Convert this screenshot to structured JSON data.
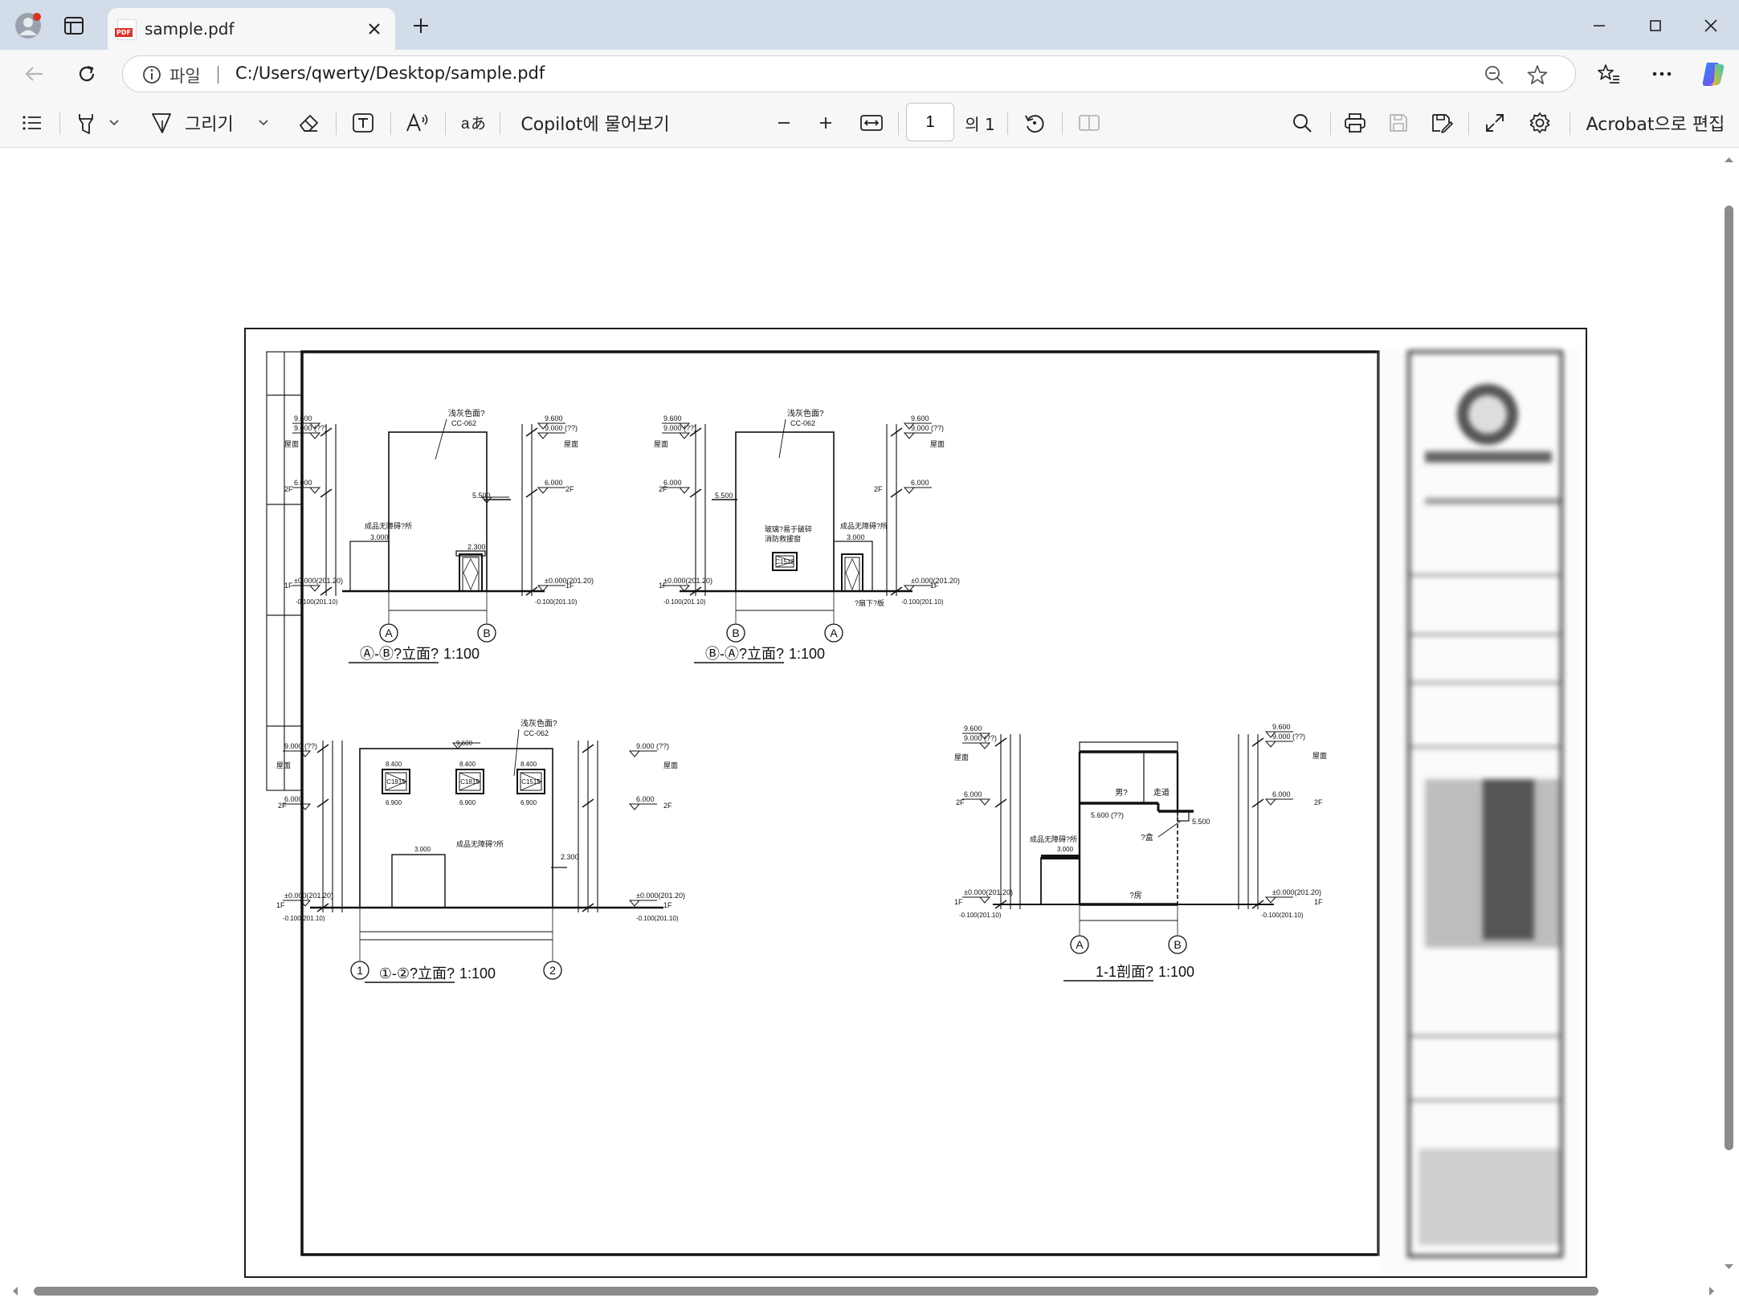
{
  "window": {
    "tab_title": "sample.pdf",
    "pdf_badge": "PDF"
  },
  "address_bar": {
    "scheme_label": "파일",
    "url": "C:/Users/qwerty/Desktop/sample.pdf"
  },
  "toolbar": {
    "draw_label": "그리기",
    "copilot_label": "Copilot에 물어보기",
    "page_current": "1",
    "page_total": "의 1",
    "acrobat_label": "Acrobat으로 편집"
  },
  "drawing": {
    "views": [
      {
        "title": "Ⓐ-Ⓑ?立面?",
        "scale": "1:100",
        "grid_left": "A",
        "grid_right": "B",
        "material": "浅灰色面?",
        "material_code": "CC-062",
        "note": "成品无障碍?所",
        "levels_left": [
          "9.600",
          "9.000 (??)",
          "6.000",
          "±0.000(201.20)",
          "-0.100(201.10)"
        ],
        "levels_right": [
          "9.600",
          "9.000 (??)",
          "6.000",
          "±0.000(201.20)",
          "-0.100(201.10)"
        ],
        "floor_labels": [
          "屋面",
          "2F",
          "1F"
        ],
        "extra": [
          "5.500",
          "3.000",
          "2.300"
        ]
      },
      {
        "title": "Ⓑ-Ⓐ?立面?",
        "scale": "1:100",
        "grid_left": "B",
        "grid_right": "A",
        "material": "浅灰色面?",
        "material_code": "CC-062",
        "note": "成品无障碍?所",
        "note2": "玻璃?易于破碎",
        "note3": "消防救援窗",
        "window_tag": "C1512",
        "slope": "?扇下?板",
        "levels_left": [
          "9.600",
          "9.000 (??)",
          "6.000",
          "±0.000(201.20)",
          "-0.100(201.10)"
        ],
        "levels_right": [
          "9.600",
          "9.000 (??)",
          "6.000",
          "±0.000(201.20)",
          "-0.100(201.10)"
        ],
        "floor_labels": [
          "屋面",
          "2F",
          "1F"
        ],
        "extra": [
          "5.500",
          "3.000"
        ]
      },
      {
        "title": "①-②?立面?",
        "scale": "1:100",
        "grid_left": "1",
        "grid_right": "2",
        "material": "浅灰色面?",
        "material_code": "CC-062",
        "note": "成品无障碍?所",
        "window_tags": [
          "C1815",
          "C1815",
          "C1515"
        ],
        "win_top": [
          "8.400",
          "8.400",
          "8.400"
        ],
        "win_bottom": [
          "6.900",
          "6.900",
          "6.900"
        ],
        "levels_left": [
          "9.000 (??)",
          "6.000",
          "±0.000(201.20)",
          "-0.100(201.10)"
        ],
        "levels_right": [
          "9.000 (??)",
          "6.000",
          "±0.000(201.20)",
          "-0.100(201.10)"
        ],
        "floor_labels": [
          "屋面",
          "2F",
          "1F"
        ],
        "extra": [
          "9.600",
          "3.000",
          "2.300"
        ]
      },
      {
        "title": "1-1剖面?",
        "scale": "1:100",
        "grid_left": "A",
        "grid_right": "B",
        "note": "成品无障碍?所",
        "rooms": [
          "男?",
          "走道",
          "?房",
          "?盒"
        ],
        "levels_left": [
          "9.600",
          "9.000 (??)",
          "6.000",
          "±0.000(201.20)",
          "-0.100(201.10)"
        ],
        "levels_right": [
          "9.600",
          "9.000 (??)",
          "6.000",
          "±0.000(201.20)",
          "-0.100(201.10)"
        ],
        "floor_labels": [
          "屋面",
          "2F",
          "1F"
        ],
        "extra": [
          "5.600 (??)",
          "5.500",
          "3.000"
        ]
      }
    ]
  }
}
